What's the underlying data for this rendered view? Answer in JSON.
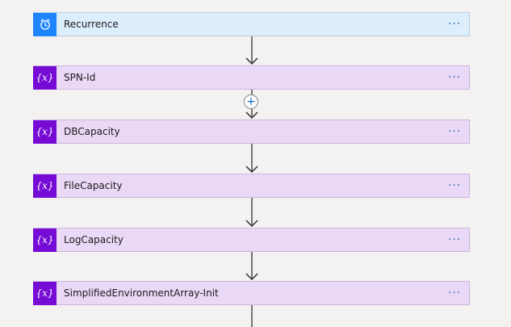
{
  "flow": {
    "steps": [
      {
        "label": "Recurrence",
        "icon": "alarm-clock-icon",
        "kind": "trigger",
        "more": "···"
      },
      {
        "label": "SPN-Id",
        "icon": "variable-icon",
        "kind": "variable",
        "more": "···"
      },
      {
        "label": "DBCapacity",
        "icon": "variable-icon",
        "kind": "variable",
        "more": "···"
      },
      {
        "label": "FileCapacity",
        "icon": "variable-icon",
        "kind": "variable",
        "more": "···"
      },
      {
        "label": "LogCapacity",
        "icon": "variable-icon",
        "kind": "variable",
        "more": "···"
      },
      {
        "label": "SimplifiedEnvironmentArray-Init",
        "icon": "variable-icon",
        "kind": "variable",
        "more": "···"
      }
    ],
    "variable_glyph": "{x}",
    "insert_symbol": "+"
  },
  "colors": {
    "background": "#f3f2f1",
    "trigger_icon_bg": "#1f85ff",
    "trigger_card_bg": "#dcedfc",
    "variable_icon_bg": "#770bd6",
    "variable_card_bg": "#e9d9f7"
  }
}
